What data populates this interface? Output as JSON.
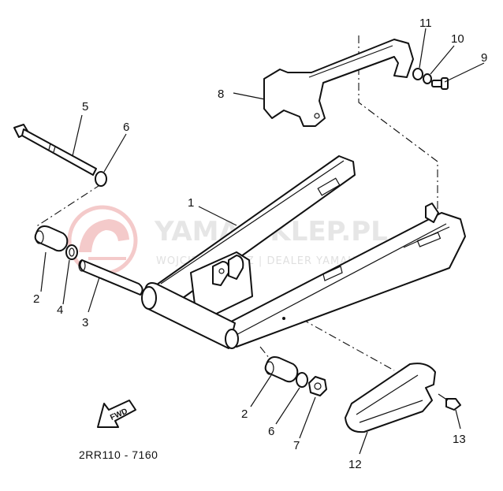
{
  "watermark": {
    "brand": "YAMA-SKLEP.PL",
    "owner": "WOJCIECHOWICZ | DEALER YAMAHA",
    "color": "#e06a6a"
  },
  "callouts": [
    "1",
    "2",
    "3",
    "4",
    "5",
    "6",
    "7",
    "8",
    "9",
    "10",
    "11",
    "12",
    "13"
  ],
  "fwd_label": "FWD",
  "drawing_code": "2RR110 - 7160"
}
